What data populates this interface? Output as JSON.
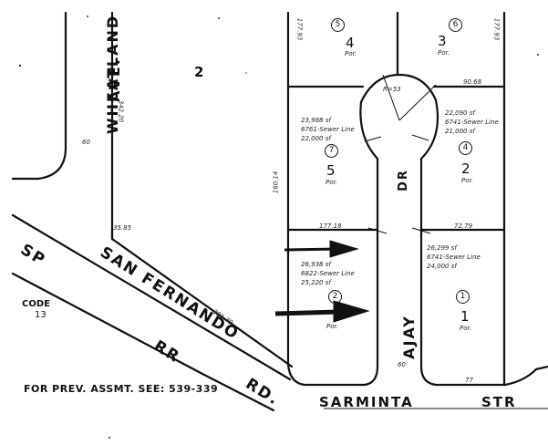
{
  "streets": {
    "wheatland": "WHEATLAND",
    "wheatland_ave": "AVE.",
    "sp": "SP",
    "san_fernando": "SAN FERNANDO",
    "rr": "RR",
    "rd": "RD.",
    "sarminta": "SARMINTA",
    "sarminta_st": "STR",
    "ajay": "AJAY",
    "ajay_dr": "DR"
  },
  "block_number": "2",
  "lots": [
    {
      "id": "lot-4",
      "number": "4",
      "circle": "5",
      "note": "Por."
    },
    {
      "id": "lot-3",
      "number": "3",
      "circle": "6",
      "note": "Por."
    },
    {
      "id": "lot-5",
      "number": "5",
      "circle": "7",
      "note": "Por."
    },
    {
      "id": "lot-2",
      "number": "2",
      "circle": "4",
      "note": "Por."
    },
    {
      "id": "lot-1",
      "number": "1",
      "circle": "1",
      "note": "Por."
    },
    {
      "id": "lot-sw",
      "number": "",
      "circle": "2",
      "note": "Por."
    }
  ],
  "area_notes": {
    "lot5": [
      "23,988 sf",
      "6761-Sewer Line",
      "22,000 sf"
    ],
    "lot2": [
      "22,090 sf",
      "6741-Sewer Line",
      "21,000 sf"
    ],
    "lot1": [
      "26,299 sf",
      "6741-Sewer Line",
      "24,000 sf"
    ],
    "lotsw": [
      "26,938 sf",
      "6822-Sewer Line",
      "25,220 sf"
    ]
  },
  "dimensions": {
    "wheatland_frontage": "342.20",
    "wheatland_width": "60",
    "wheatland_corner": "35.85",
    "rr_frontage": "301.79",
    "dr_width": "60",
    "lot4_top": "177.93",
    "lot3_top": "177.93",
    "lot5_side": "160.14",
    "mid_line_left": "177.18",
    "mid_line_right": "72.79",
    "top_line_right": "90.68",
    "bottom_right": "77",
    "cul_de_sac": "R=53"
  },
  "code": {
    "label": "CODE",
    "value": "13"
  },
  "footer_note": "FOR PREV. ASSMT. SEE: 539-339"
}
